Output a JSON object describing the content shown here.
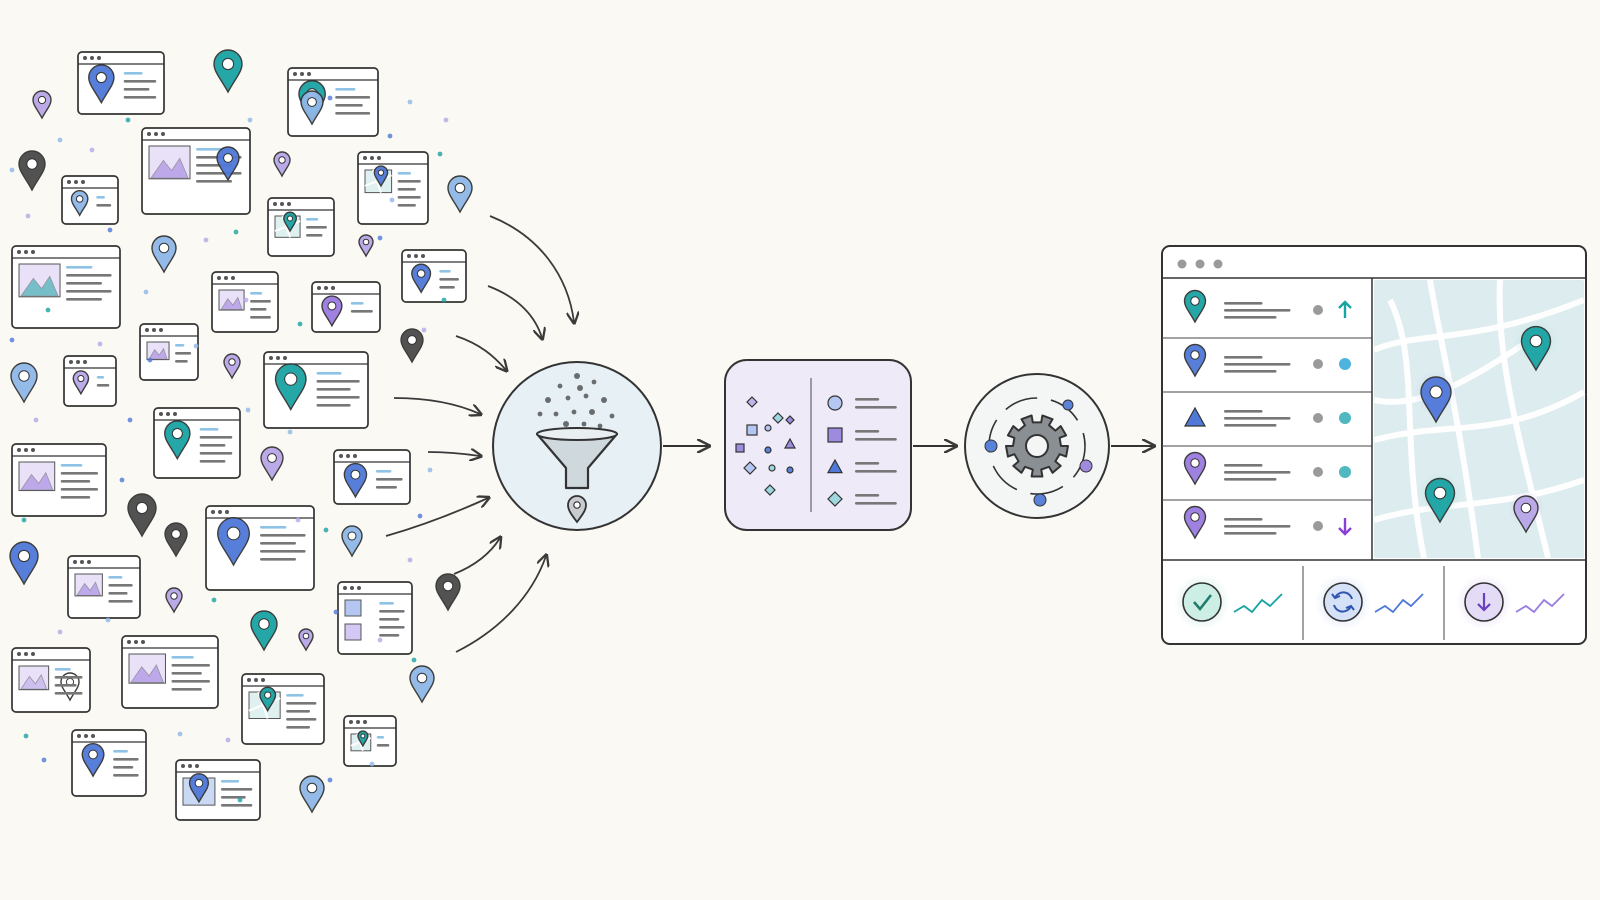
{
  "colors": {
    "background": "#fbf9f3",
    "ink": "#3a3a3a",
    "teal": "#1aa3a3",
    "blue": "#4f78d8",
    "light_blue": "#8fb7e8",
    "purple": "#9a7be0",
    "lavender": "#b9a6e8",
    "gray_pin": "#4a4a4a",
    "stage_fill_funnel": "#e6f0f5",
    "stage_fill_card": "#efeaf7",
    "map_fill": "#dcecef"
  },
  "diagram": {
    "stages": [
      {
        "id": "collect",
        "icon": "scattered-pages-and-pins"
      },
      {
        "id": "filter",
        "icon": "funnel-icon"
      },
      {
        "id": "classify",
        "icon": "shapes-sorting-icon"
      },
      {
        "id": "process",
        "icon": "gear-icon"
      },
      {
        "id": "dashboard",
        "icon": "map-dashboard-window"
      }
    ],
    "dashboard": {
      "list_rows": [
        {
          "shape": "pin",
          "color": "teal",
          "status": "up-arrow"
        },
        {
          "shape": "pin",
          "color": "blue",
          "status": "dot"
        },
        {
          "shape": "triangle",
          "color": "blue",
          "status": "dot"
        },
        {
          "shape": "pin",
          "color": "purple",
          "status": "dot"
        },
        {
          "shape": "pin",
          "color": "purple",
          "status": "down-arrow"
        }
      ],
      "status_tiles": [
        {
          "icon": "check-circle-icon",
          "color": "teal"
        },
        {
          "icon": "refresh-circle-icon",
          "color": "blue"
        },
        {
          "icon": "download-circle-icon",
          "color": "purple"
        }
      ]
    }
  }
}
